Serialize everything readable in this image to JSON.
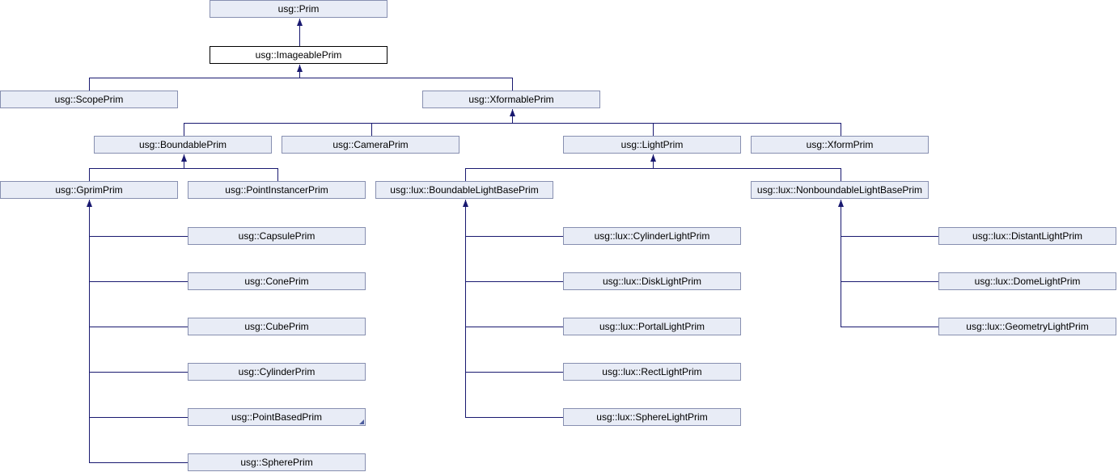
{
  "colors": {
    "edge": "#191970",
    "node_fill": "#e8ecf6",
    "node_border": "#878fb0",
    "current_border": "#000000"
  },
  "nodes": {
    "prim": "usg::Prim",
    "imageable": "usg::ImageablePrim",
    "scope": "usg::ScopePrim",
    "xformable": "usg::XformablePrim",
    "boundable": "usg::BoundablePrim",
    "camera": "usg::CameraPrim",
    "light": "usg::LightPrim",
    "xform": "usg::XformPrim",
    "gprim": "usg::GprimPrim",
    "pointinstancer": "usg::PointInstancerPrim",
    "boundablelightbase": "usg::lux::BoundableLightBasePrim",
    "nonboundablelightbase": "usg::lux::NonboundableLightBasePrim",
    "capsule": "usg::CapsulePrim",
    "cone": "usg::ConePrim",
    "cube": "usg::CubePrim",
    "cylinder": "usg::CylinderPrim",
    "pointbased": "usg::PointBasedPrim",
    "sphere": "usg::SpherePrim",
    "cylinderlight": "usg::lux::CylinderLightPrim",
    "disklight": "usg::lux::DiskLightPrim",
    "portallight": "usg::lux::PortalLightPrim",
    "rectlight": "usg::lux::RectLightPrim",
    "spherelight": "usg::lux::SphereLightPrim",
    "distantlight": "usg::lux::DistantLightPrim",
    "domelight": "usg::lux::DomeLightPrim",
    "geometrylight": "usg::lux::GeometryLightPrim"
  }
}
